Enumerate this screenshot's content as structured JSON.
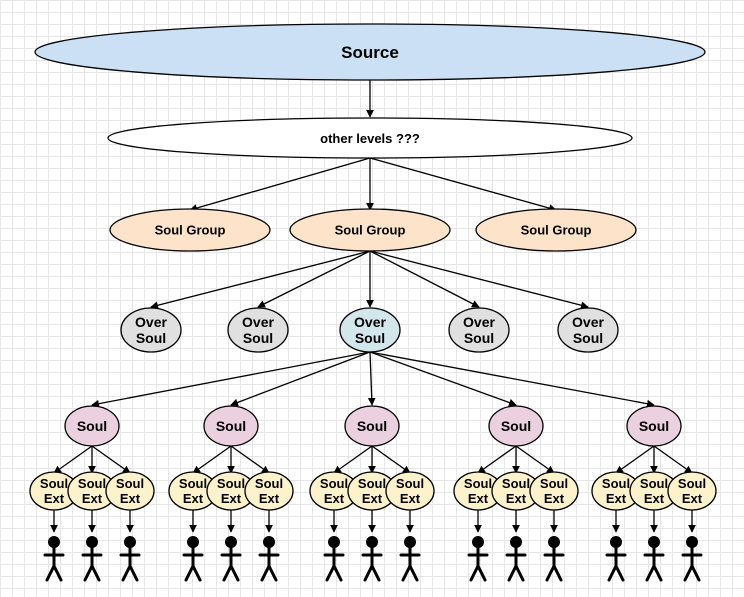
{
  "source": {
    "label": "Source",
    "fill": "#cce0f5"
  },
  "other_levels": {
    "label": "other levels ???",
    "fill": "#ffffff"
  },
  "soul_groups": {
    "fill": "#fce3c9",
    "items": [
      {
        "label": "Soul Group"
      },
      {
        "label": "Soul Group"
      },
      {
        "label": "Soul Group"
      }
    ]
  },
  "over_souls": {
    "fill": "#e0e0e0",
    "highlight_fill": "#d3e6ec",
    "items": [
      {
        "line1": "Over",
        "line2": "Soul"
      },
      {
        "line1": "Over",
        "line2": "Soul"
      },
      {
        "line1": "Over",
        "line2": "Soul",
        "highlight": true
      },
      {
        "line1": "Over",
        "line2": "Soul"
      },
      {
        "line1": "Over",
        "line2": "Soul"
      }
    ]
  },
  "souls": {
    "fill": "#ebd0e0",
    "items": [
      {
        "label": "Soul"
      },
      {
        "label": "Soul"
      },
      {
        "label": "Soul"
      },
      {
        "label": "Soul"
      },
      {
        "label": "Soul"
      }
    ]
  },
  "soul_extensions": {
    "fill": "#fdf2cc",
    "line1": "Soul",
    "line2": "Ext",
    "per_soul": 3
  },
  "person_icon": "stick-figure-icon"
}
